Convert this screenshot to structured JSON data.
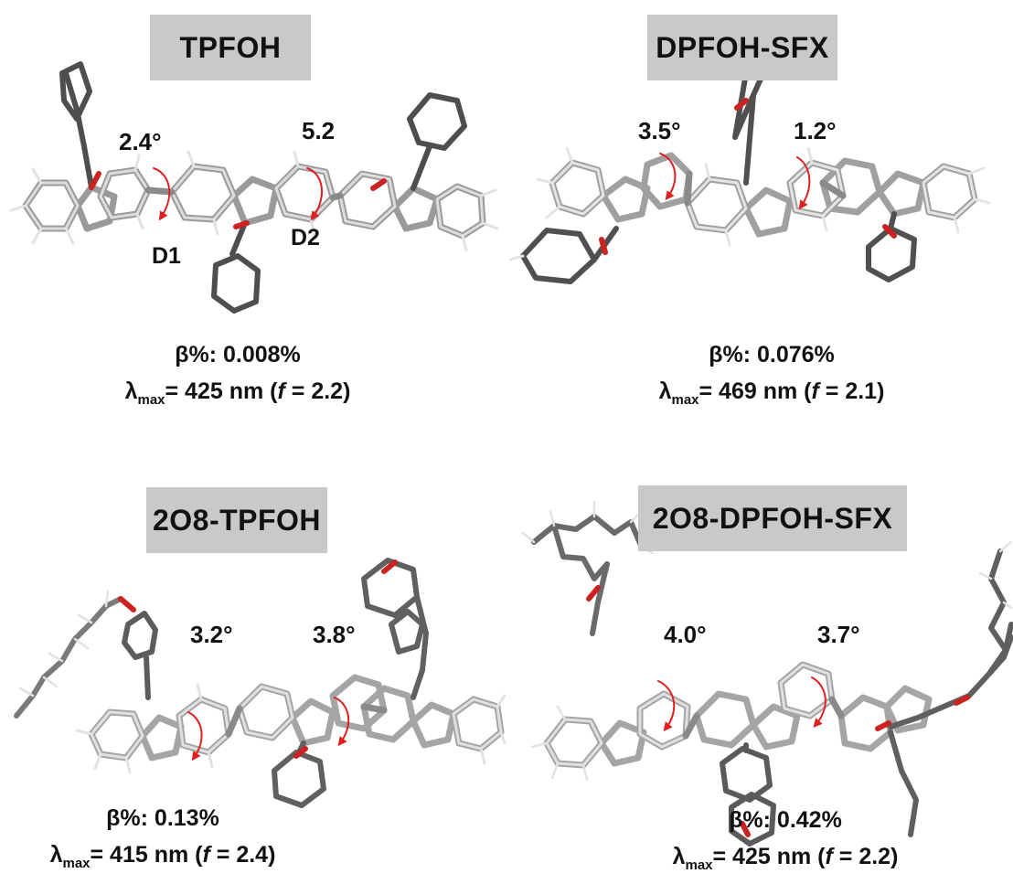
{
  "panels": [
    {
      "id": "tpfoh",
      "name": "TPFOH",
      "angles": [
        "2.4°",
        "5.2"
      ],
      "dihedrals": [
        "D1",
        "D2"
      ],
      "beta": "β%: 0.008%",
      "lambda_symbol": "λ",
      "lambda_sub": "max",
      "lambda_value": "= 425 nm (",
      "f_symbol": "f",
      "f_value": " = 2.2)"
    },
    {
      "id": "dpfoh-sfx",
      "name": "DPFOH-SFX",
      "angles": [
        "3.5°",
        "1.2°"
      ],
      "beta": "β%: 0.076%",
      "lambda_symbol": "λ",
      "lambda_sub": "max",
      "lambda_value": "= 469 nm (",
      "f_symbol": "f",
      "f_value": " = 2.1)"
    },
    {
      "id": "2o8-tpfoh",
      "name": "2O8-TPFOH",
      "angles": [
        "3.2°",
        "3.8°"
      ],
      "beta": "β%: 0.13%",
      "lambda_symbol": "λ",
      "lambda_sub": "max",
      "lambda_value": "= 415 nm (",
      "f_symbol": "f",
      "f_value": " = 2.4)"
    },
    {
      "id": "2o8-dpfoh-sfx",
      "name": "2O8-DPFOH-SFX",
      "angles": [
        "4.0°",
        "3.7°"
      ],
      "beta": "β%: 0.42%",
      "lambda_symbol": "λ",
      "lambda_sub": "max",
      "lambda_value": "= 425 nm (",
      "f_symbol": "f",
      "f_value": " = 2.2)"
    }
  ],
  "colors": {
    "label_box": "#c9c9c9",
    "bond_light": "#d8d8d8",
    "bond_dark": "#555555",
    "oxygen": "#cc2222",
    "arrow": "#e02020"
  }
}
